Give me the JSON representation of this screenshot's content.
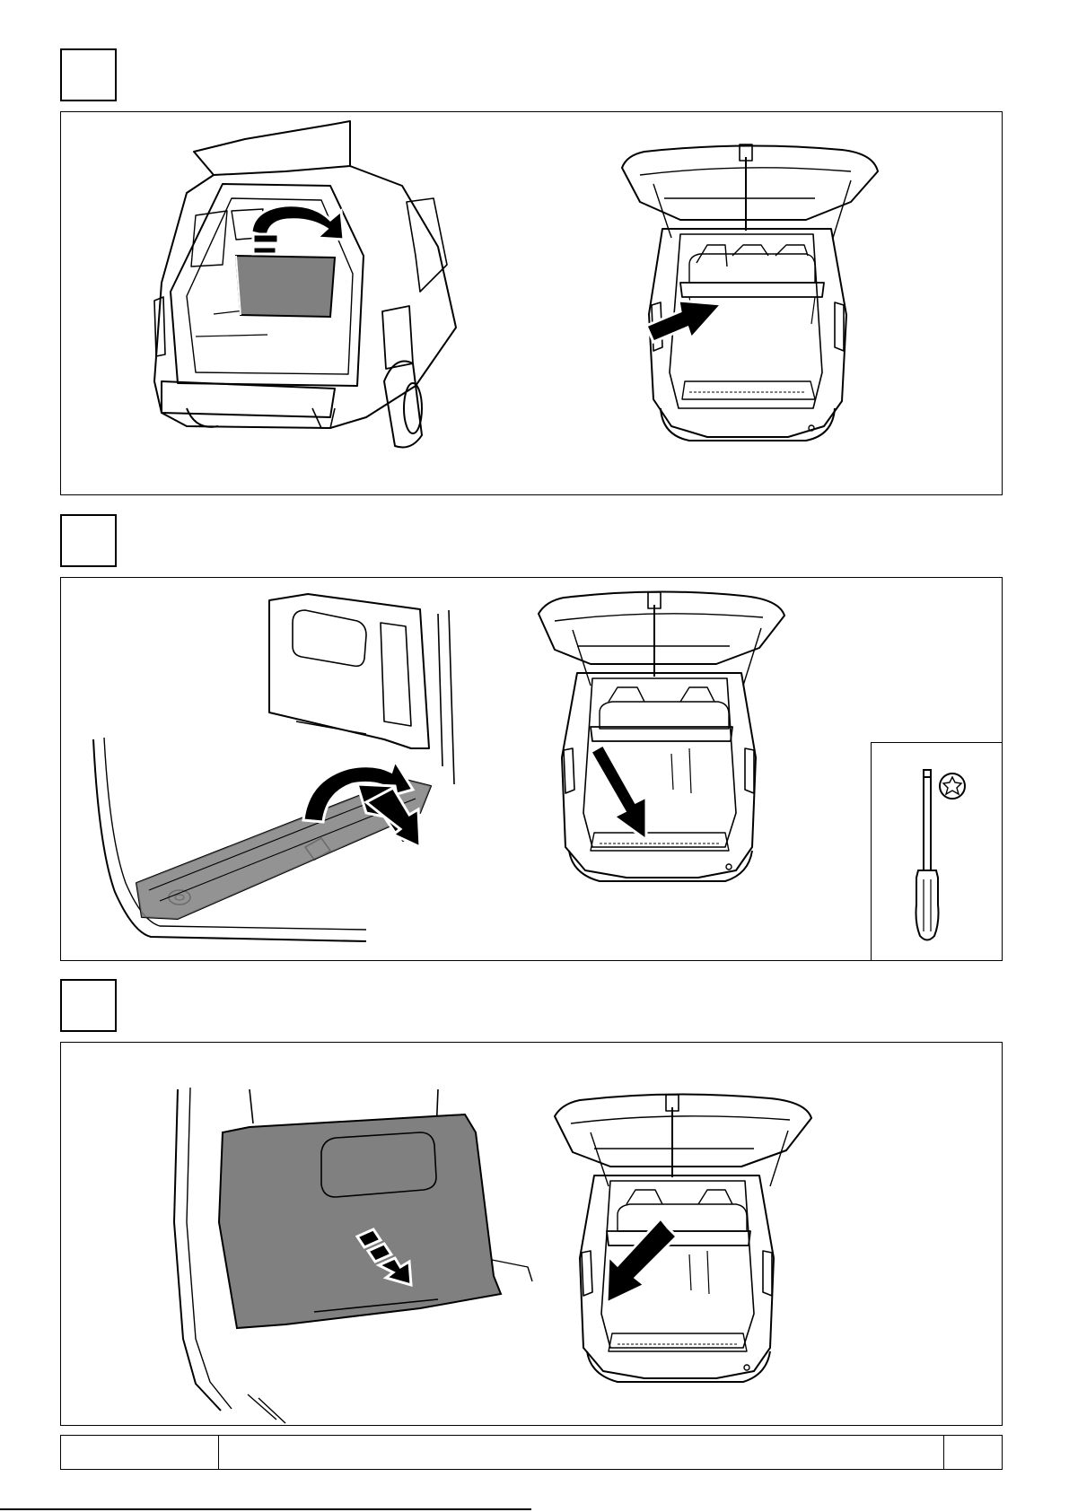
{
  "steps": [
    {
      "number": "",
      "label": "step-1"
    },
    {
      "number": "",
      "label": "step-2"
    },
    {
      "number": "",
      "label": "step-3"
    }
  ],
  "tool": {
    "icon": "torx-screwdriver-icon"
  },
  "footer": {
    "left": "",
    "center": "",
    "right": ""
  },
  "colors": {
    "line": "#000000",
    "panel_fill": "#808080",
    "background": "#ffffff"
  }
}
